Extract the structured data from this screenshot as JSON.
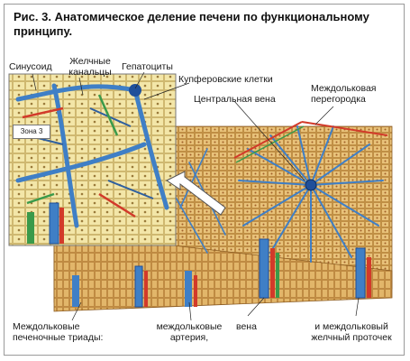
{
  "figure": {
    "title": "Рис. 3. Анатомическое деление печени по функциональному принципу."
  },
  "labels": {
    "sinusoid": "Синусоид",
    "bile_canaliculi_1": "Желчные",
    "bile_canaliculi_2": "канальцы",
    "hepatocytes": "Гепатоциты",
    "kupffer_cells": "Купферовские клетки",
    "central_vein": "Центральная вена",
    "interlobular_septum_1": "Междольковая",
    "interlobular_septum_2": "перегородка",
    "zone3": "Зона 3",
    "portal_triads_1": "Междольковые",
    "portal_triads_2": "печеночные триады:",
    "artery_1": "междольковые",
    "artery_2": "артерия,",
    "vein": "вена",
    "bile_duct_1": "и междольковый",
    "bile_duct_2": "желчный проточек"
  },
  "colors": {
    "hepatocyte_fill": "#e8c27a",
    "hepatocyte_line": "#b07a2e",
    "sinusoid_blue": "#3f7fc6",
    "artery_red": "#d23a2a",
    "bile_green": "#3a9a4a",
    "inset_bg": "#f3e6a8"
  },
  "icons": {
    "magnify_arrow": "white-arrow-icon"
  }
}
